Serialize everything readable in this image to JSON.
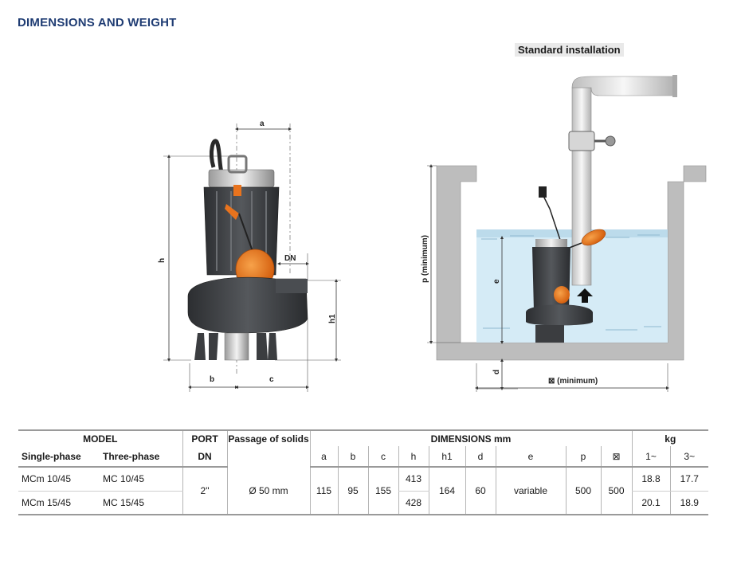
{
  "page": {
    "title": "DIMENSIONS AND WEIGHT",
    "installation_label": "Standard installation"
  },
  "diagram": {
    "pump_labels": {
      "a": "a",
      "b": "b",
      "c": "c",
      "h": "h",
      "h1": "h1",
      "dn": "DN"
    },
    "install_labels": {
      "p": "p (minimum)",
      "e": "e",
      "d": "d",
      "width": "⊠ (minimum)"
    },
    "colors": {
      "pump_body": "#3b3d40",
      "float": "#e8731e",
      "water": "#cfe6f2",
      "wall": "#b9b9b9",
      "pipe": "#dcdcdc"
    }
  },
  "table": {
    "head": {
      "model": "MODEL",
      "port": "PORT",
      "passage": "Passage of solids",
      "dimensions": "DIMENSIONS mm",
      "kg": "kg",
      "single": "Single-phase",
      "three": "Three-phase",
      "dn": "DN",
      "cols": [
        "a",
        "b",
        "c",
        "h",
        "h1",
        "d",
        "e",
        "p",
        "⊠"
      ],
      "w1": "1~",
      "w3": "3~"
    },
    "rows": [
      {
        "single": "MCm 10/45",
        "three": "MC 10/45",
        "h": "413",
        "w1": "18.8",
        "w3": "17.7"
      },
      {
        "single": "MCm 15/45",
        "three": "MC 15/45",
        "h": "428",
        "w1": "20.1",
        "w3": "18.9"
      }
    ],
    "shared": {
      "dn": "2\"",
      "passage": "Ø 50 mm",
      "a": "115",
      "b": "95",
      "c": "155",
      "h1": "164",
      "d": "60",
      "e": "variable",
      "p": "500",
      "box": "500"
    }
  }
}
